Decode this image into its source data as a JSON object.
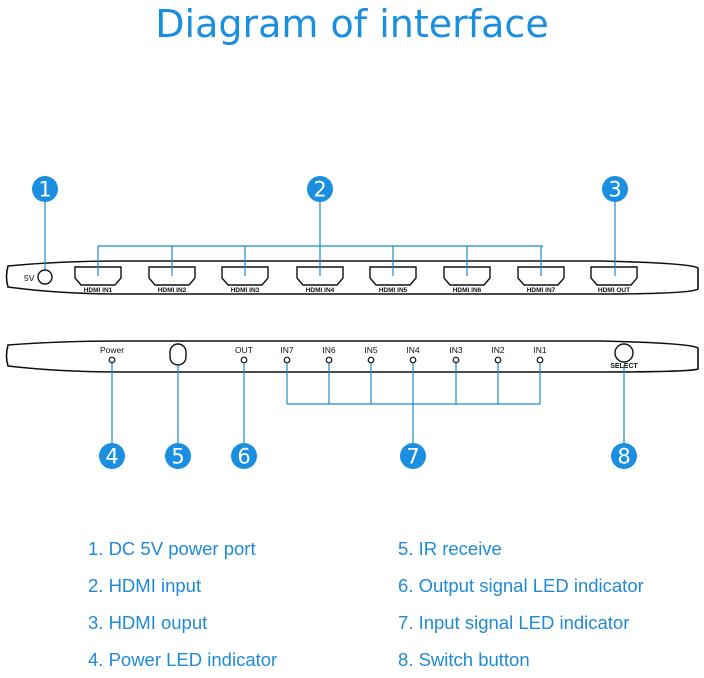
{
  "title": "Diagram of interface",
  "colors": {
    "accent": "#1a8fe0",
    "callout_line": "#1b8bc9",
    "legend_text": "#1f8ad6",
    "outline": "#111111"
  },
  "rear_panel": {
    "power_label": "5V",
    "hdmi_ports": [
      "HDMI IN1",
      "HDMI IN2",
      "HDMI IN3",
      "HDMI IN4",
      "HDMI IN5",
      "HDMI IN6",
      "HDMI IN7",
      "HDMI OUT"
    ]
  },
  "front_panel": {
    "power_led": "Power",
    "out_led": "OUT",
    "input_leds": [
      "IN7",
      "IN6",
      "IN5",
      "IN4",
      "IN3",
      "IN2",
      "IN1"
    ],
    "select_label": "SELECT"
  },
  "callouts": [
    "1",
    "2",
    "3",
    "4",
    "5",
    "6",
    "7",
    "8"
  ],
  "legend": {
    "left": [
      "1. DC 5V power port",
      "2. HDMI input",
      "3. HDMI ouput",
      "4. Power LED indicator"
    ],
    "right": [
      "5. IR receive",
      "6. Output signal LED indicator",
      "7. Input signal LED indicator",
      "8. Switch button"
    ]
  }
}
